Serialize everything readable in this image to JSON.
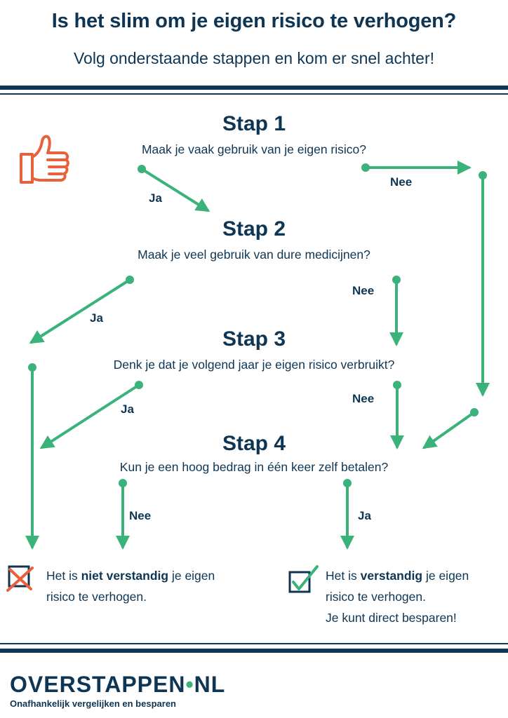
{
  "header": {
    "title": "Is het slim om je eigen risico te verhogen?",
    "subtitle": "Volg onderstaande stappen en kom er snel achter!"
  },
  "steps": [
    {
      "title": "Stap 1",
      "question": "Maak je vaak gebruik van je eigen risico?"
    },
    {
      "title": "Stap 2",
      "question": "Maak je veel gebruik van dure medicijnen?"
    },
    {
      "title": "Stap 3",
      "question": "Denk je dat je volgend jaar je eigen risico verbruikt?"
    },
    {
      "title": "Stap 4",
      "question": "Kun je een hoog bedrag in één keer zelf betalen?"
    }
  ],
  "labels": {
    "yes": "Ja",
    "no": "Nee"
  },
  "results": {
    "negative": {
      "prefix": "Het is ",
      "bold": "niet verstandig",
      "suffix": " je eigen",
      "line2": "risico te verhogen."
    },
    "positive": {
      "prefix": "Het is ",
      "bold": "verstandig",
      "suffix": " je eigen",
      "line2": "risico te verhogen.",
      "line3": "Je kunt direct besparen!"
    }
  },
  "footer": {
    "brand_part1": "OVERSTAPPEN",
    "brand_dot": "•",
    "brand_part2": "NL",
    "tagline": "Onafhankelijk vergelijken en besparen"
  },
  "colors": {
    "navy": "#0e3553",
    "green": "#3cb27b",
    "orange": "#e8613c"
  },
  "icons": {
    "thumb": "thumbs-up-icon",
    "cross": "cross-checkbox-icon",
    "check": "check-checkbox-icon"
  }
}
